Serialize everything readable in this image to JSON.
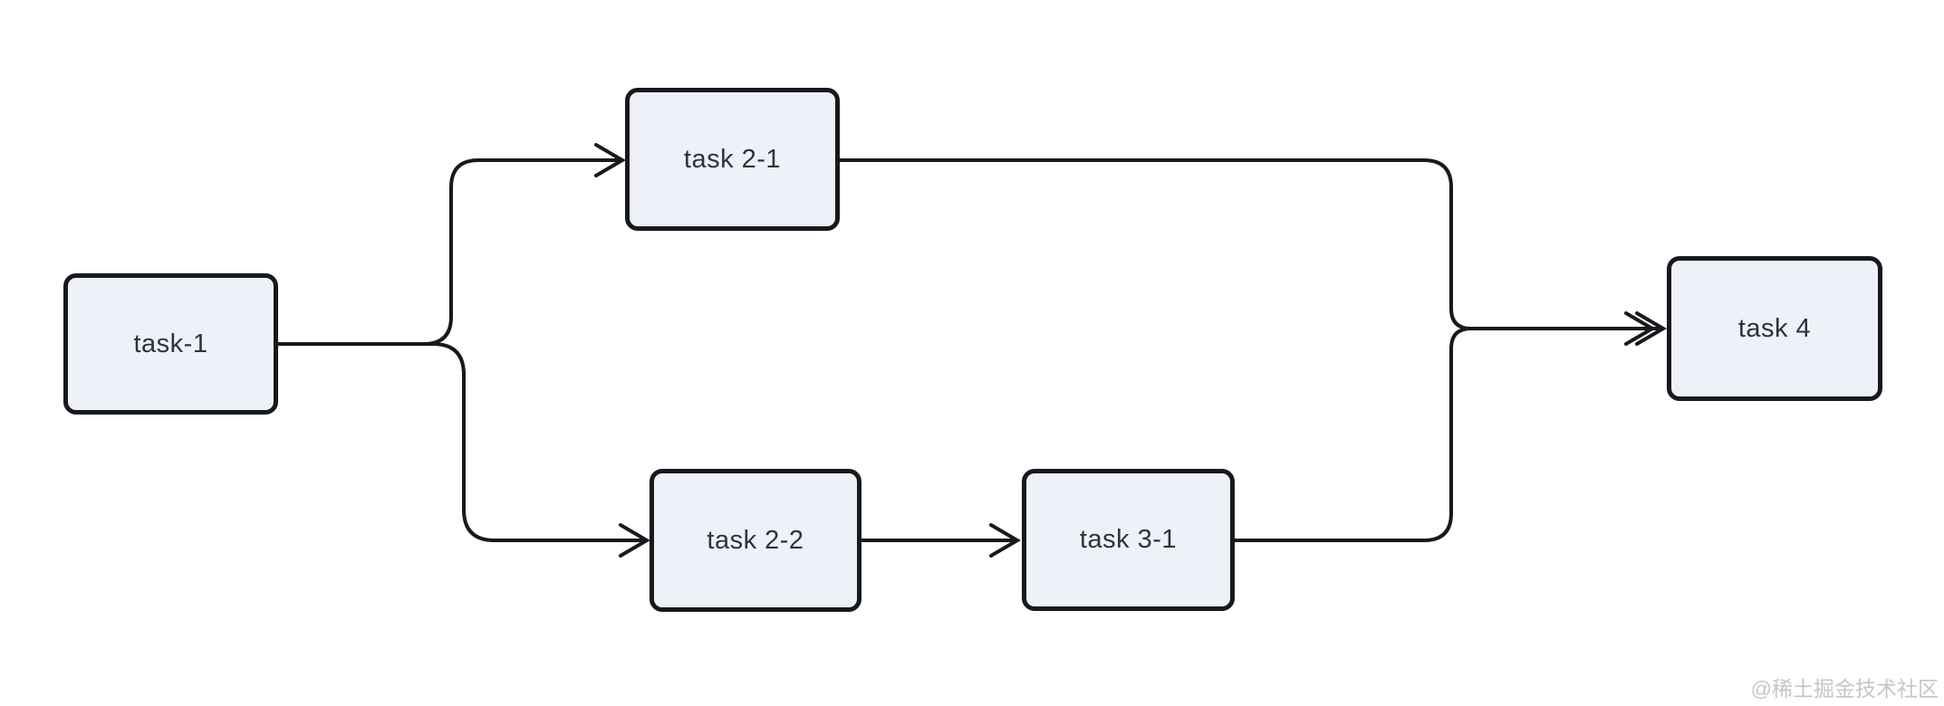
{
  "diagram": {
    "type": "flowchart",
    "nodes": [
      {
        "id": "task-1",
        "label": "task-1"
      },
      {
        "id": "task-2-1",
        "label": "task 2-1"
      },
      {
        "id": "task-2-2",
        "label": "task 2-2"
      },
      {
        "id": "task-3-1",
        "label": "task 3-1"
      },
      {
        "id": "task-4",
        "label": "task 4"
      }
    ],
    "edges": [
      {
        "from": "task-1",
        "to": "task 2-1"
      },
      {
        "from": "task-1",
        "to": "task 2-2"
      },
      {
        "from": "task 2-1",
        "to": "task 4"
      },
      {
        "from": "task 2-2",
        "to": "task 3-1"
      },
      {
        "from": "task 3-1",
        "to": "task 4"
      }
    ],
    "colors": {
      "node_fill": "#eef1f8",
      "node_border": "#17191d",
      "edge": "#17191d",
      "label": "#2d333b",
      "watermark": "#c6c6c6",
      "background": "#ffffff"
    }
  },
  "watermark": {
    "text": "@稀土掘金技术社区"
  }
}
